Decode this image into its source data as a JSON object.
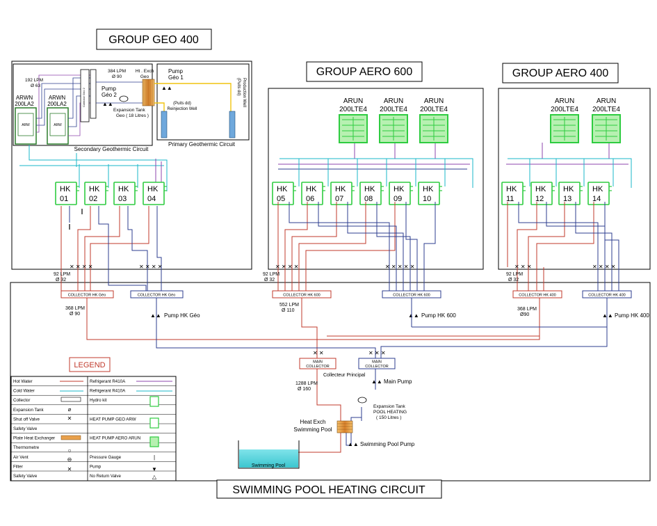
{
  "groups": {
    "geo": {
      "title": "GROUP GEO 400"
    },
    "aero600": {
      "title": "GROUP AERO 600"
    },
    "aero400": {
      "title": "GROUP AERO 400"
    }
  },
  "footer_title": "SWIMMING POOL HEATING CIRCUIT",
  "geo_detail": {
    "arwn": [
      "ARWN",
      "200LA2"
    ],
    "arw": "ARW",
    "flow1": "192 LPM",
    "dia1": "Ø 63",
    "flow2": "384 LPM",
    "dia2": "Ø 90",
    "hx": [
      "Ht . Exch",
      "Geo"
    ],
    "pump1": [
      "Pump",
      "Géo 1"
    ],
    "pump2": [
      "Pump",
      "Géo 2"
    ],
    "exp_tank": [
      "Expansion Tank",
      "Geo ( 18 Litres )"
    ],
    "reinj": [
      "(Puits dd)",
      "Reinjection Well"
    ],
    "prod": [
      "(Puits dd)",
      "Production Well"
    ],
    "collector_label": "Collector Geo 2",
    "secondary": "Secondary Geothermic Circuit",
    "primary": "Primary Geothermic Circuit"
  },
  "arun_label": [
    "ARUN",
    "200LTE4"
  ],
  "hk_units": {
    "geo": [
      [
        "HK",
        "01"
      ],
      [
        "HK",
        "02"
      ],
      [
        "HK",
        "03"
      ],
      [
        "HK",
        "04"
      ]
    ],
    "aero600": [
      [
        "HK",
        "05"
      ],
      [
        "HK",
        "06"
      ],
      [
        "HK",
        "07"
      ],
      [
        "HK",
        "08"
      ],
      [
        "HK",
        "09"
      ],
      [
        "HK",
        "10"
      ]
    ],
    "aero400": [
      [
        "HK",
        "11"
      ],
      [
        "HK",
        "12"
      ],
      [
        "HK",
        "13"
      ],
      [
        "HK",
        "14"
      ]
    ]
  },
  "flows": {
    "f92a": [
      "92 LPM",
      "Ø 32"
    ],
    "f92b": [
      "92 LPM",
      "Ø 32"
    ],
    "f92c": [
      "92 LPM",
      "Ø 32"
    ],
    "f368a": [
      "368 LPM",
      "Ø 90"
    ],
    "f552": [
      "552 LPM",
      "Ø 110"
    ],
    "f368b": [
      "368 LPM",
      "Ø90"
    ],
    "f1288": [
      "1288 LPM",
      "Ø 160"
    ]
  },
  "collectors": {
    "geo_hot": "COLLECTOR HK Géo",
    "geo_cold": "COLLECTOR HK Géo",
    "a600_hot": "COLLECTOR HK 600",
    "a600_cold": "COLLECTOR HK 600",
    "a400_hot": "COLLECTOR HK 400",
    "a400_cold": "COLLECTOR HK 400",
    "main_hot": [
      "MAIN",
      "COLLECTOR"
    ],
    "main_cold": [
      "MAIN",
      "COLLECTOR"
    ],
    "principal": "Collecteur Principal"
  },
  "pumps": {
    "geo": "Pump HK Géo",
    "a600": "Pump HK 600",
    "a400": "Pump HK 400",
    "main": "Main Pump",
    "pool": "Swimming Pool Pump"
  },
  "pool": {
    "exp_tank": [
      "Expansion Tank",
      "POOL HEATING",
      "( 150 Litres )"
    ],
    "hx": [
      "Heat Exch",
      "Swimming Pool"
    ],
    "pool_label": "Swimming Pool"
  },
  "legend": {
    "title": "LEGEND",
    "rows": [
      [
        "Hot Water",
        "Refrigerant R410A"
      ],
      [
        "Cold Water",
        "Refrigerant R410A"
      ],
      [
        "Collector",
        "Hydro kit"
      ],
      [
        "Expansion Tank",
        ""
      ],
      [
        "Shut off Valve",
        "HEAT PUMP GEO ARW"
      ],
      [
        "Safety Valve",
        ""
      ],
      [
        "Plate Heat Exchanger",
        "HEAT PUMP AERO ARUN"
      ],
      [
        "Thermometre",
        ""
      ],
      [
        "Air Vent",
        "Pressure Gauge"
      ],
      [
        "Filter",
        "Pump"
      ],
      [
        "Safety Valve",
        "No Return Valve"
      ]
    ]
  },
  "colors": {
    "hot": "#c0392b",
    "cold": "#19b7c9",
    "refrigerant": "#8e44ad",
    "blue_pipe": "#2c3e8f",
    "unit_green": "#2ecc40",
    "pool_water": "#4fd1d9",
    "hx_orange": "#e8a04b"
  }
}
